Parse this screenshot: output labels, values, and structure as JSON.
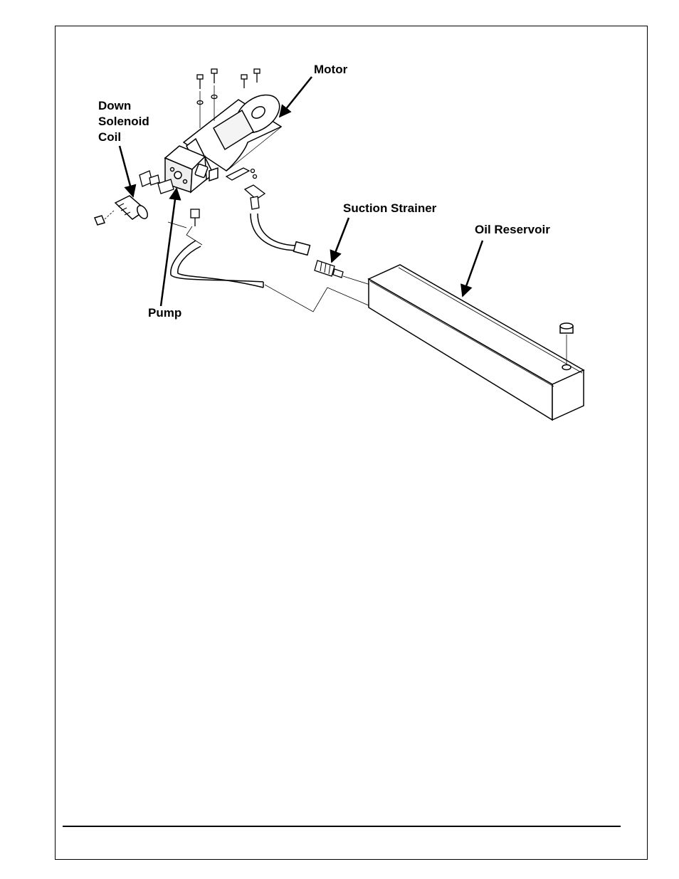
{
  "labels": {
    "motor": "Motor",
    "down_solenoid_coil": [
      "Down",
      "Solenoid",
      "Coil"
    ],
    "suction_strainer": "Suction Strainer",
    "oil_reservoir": "Oil Reservoir",
    "pump": "Pump"
  },
  "colors": {
    "line": "#000000",
    "background": "#ffffff"
  }
}
